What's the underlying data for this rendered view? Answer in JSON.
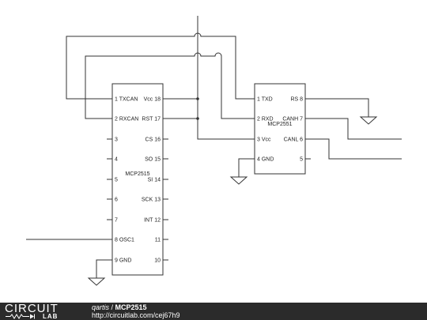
{
  "diagram": {
    "components": {
      "mcp2515": {
        "name": "MCP2515",
        "pins_left": [
          "1 TXCAN",
          "2 RXCAN",
          "3",
          "4",
          "5",
          "6",
          "7",
          "8 OSC1",
          "9 GND"
        ],
        "pins_right": [
          "Vcc 18",
          "RST 17",
          "CS 16",
          "SO 15",
          "SI 14",
          "SCK 13",
          "INT 12",
          "11",
          "10"
        ]
      },
      "mcp2551": {
        "name": "MCP2551",
        "pins_left": [
          "1 TXD",
          "2 RXD",
          "3 Vcc",
          "4 GND"
        ],
        "pins_right": [
          "RS 8",
          "CANH 7",
          "CANL 6",
          "5"
        ]
      }
    }
  },
  "footer": {
    "logo_top": "CIRCUIT",
    "logo_bottom": "LAB",
    "author": "qartis",
    "separator": " / ",
    "title": "MCP2515",
    "url": "http://circuitlab.com/cej67h9"
  },
  "colors": {
    "wire": "#333333",
    "footer_background": "#2b2b2b",
    "footer_text": "#ffffff"
  }
}
